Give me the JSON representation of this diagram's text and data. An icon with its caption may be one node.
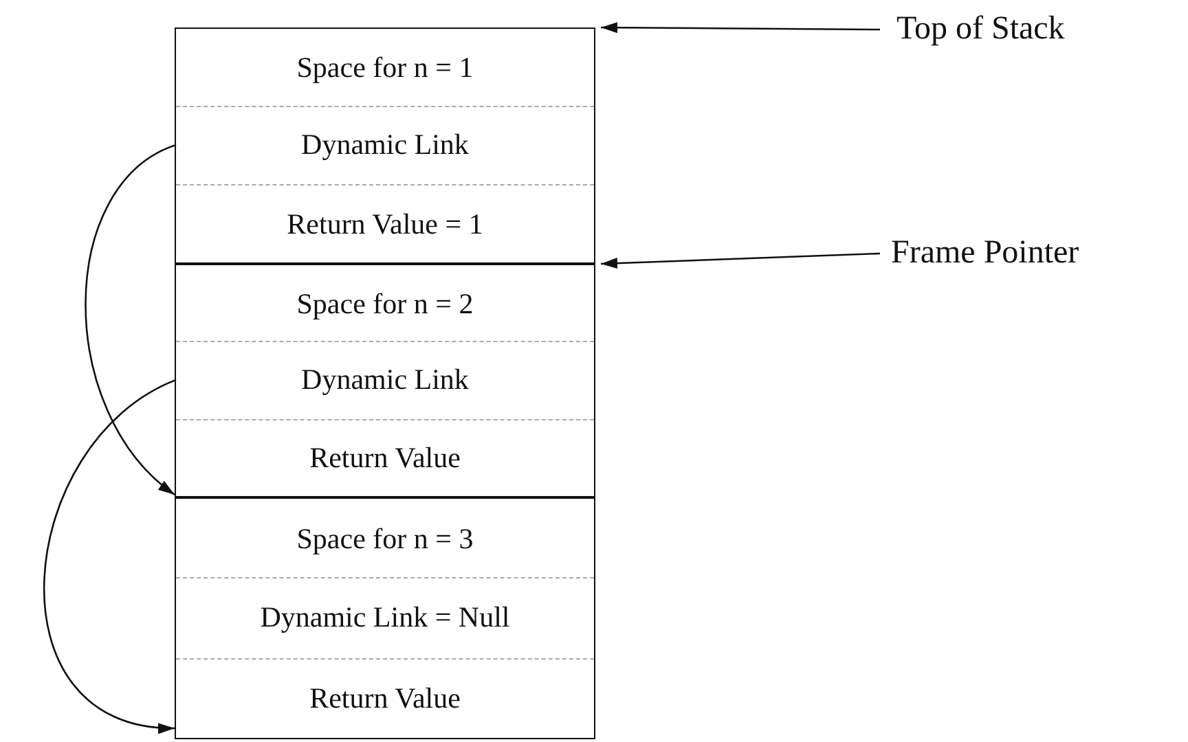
{
  "diagram": {
    "nodes": [
      {
        "text": [],
        "shape": "box"
      },
      {
        "text": [
          "Space for n = 1"
        ],
        "in": 0
      },
      {
        "text": [
          "Dynamic Link"
        ],
        "in": 0
      },
      {
        "text": [
          "Return Value = 1"
        ],
        "in": 0
      },
      {
        "text": [],
        "shape": "box"
      },
      {
        "text": [
          "Space for n = 2"
        ],
        "in": 4
      },
      {
        "text": [
          "Dynamic Link"
        ],
        "in": 4
      },
      {
        "text": [
          "Return Value"
        ],
        "in": 4
      },
      {
        "text": [],
        "shape": "box"
      },
      {
        "text": [
          "Space for n = 3"
        ],
        "in": 8
      },
      {
        "text": [
          "Dynamic Link = Null"
        ],
        "in": 8
      },
      {
        "text": [
          "Return Value"
        ],
        "in": 8
      },
      {
        "text": [
          "Top of Stack"
        ]
      },
      {
        "text": [
          "Frame Pointer"
        ]
      }
    ],
    "edges": [
      {
        "from": 12,
        "to": 0,
        "arrow": "to"
      },
      {
        "from": 13,
        "to": 0,
        "arrow": "to"
      },
      {
        "from": 2,
        "to": 4,
        "arrow": "to"
      },
      {
        "from": 6,
        "to": 8,
        "arrow": "to"
      }
    ]
  }
}
